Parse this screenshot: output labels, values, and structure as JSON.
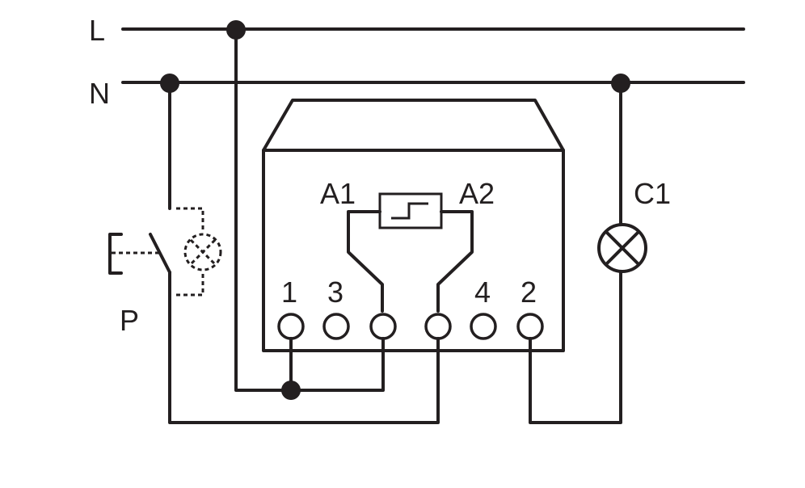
{
  "diagram": {
    "labels": {
      "line": "L",
      "neutral": "N",
      "pushbutton": "P",
      "lamp": "C1",
      "coil_a1": "A1",
      "coil_a2": "A2",
      "terminal_1": "1",
      "terminal_3": "3",
      "terminal_4": "4",
      "terminal_2": "2"
    },
    "colors": {
      "ink": "#231f20",
      "background": "#ffffff"
    }
  }
}
